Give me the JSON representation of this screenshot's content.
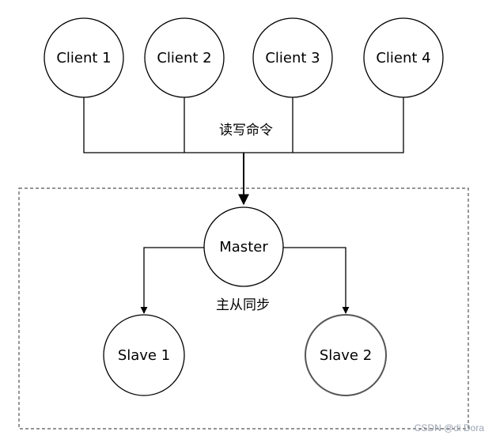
{
  "clients": [
    {
      "label": "Client 1"
    },
    {
      "label": "Client 2"
    },
    {
      "label": "Client 3"
    },
    {
      "label": "Client 4"
    }
  ],
  "edge_label_read_write": "读写命令",
  "master": {
    "label": "Master"
  },
  "edge_label_sync": "主从同步",
  "slaves": [
    {
      "label": "Slave 1"
    },
    {
      "label": "Slave 2"
    }
  ],
  "watermark": "CSDN @di Dora"
}
